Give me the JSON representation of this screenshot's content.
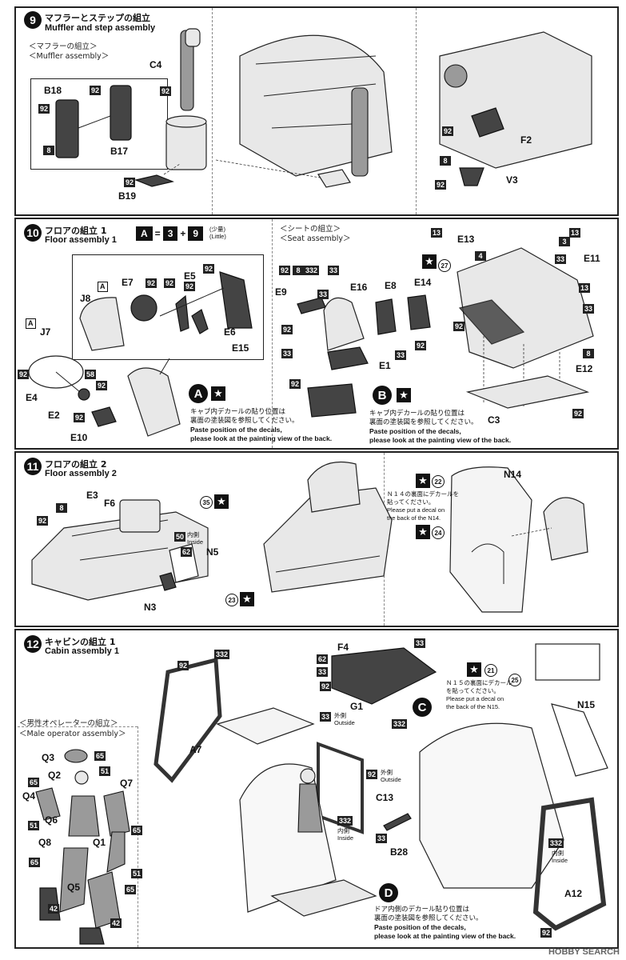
{
  "steps": [
    {
      "num": "9",
      "title_jp": "マフラーとステップの組立",
      "title_en": "Muffler and step assembly",
      "sub_jp": "＜マフラーの組立＞",
      "sub_en": "＜Muffler assembly＞"
    },
    {
      "num": "10",
      "title_jp": "フロアの組立 1",
      "title_en": "Floor assembly 1",
      "formula": [
        "A",
        "=",
        "3",
        "+",
        "9"
      ],
      "formula_note": "(少量)\n(Little)",
      "seat_sub_jp": "＜シートの組立＞",
      "seat_sub_en": "＜Seat assembly＞"
    },
    {
      "num": "11",
      "title_jp": "フロアの組立 2",
      "title_en": "Floor assembly 2"
    },
    {
      "num": "12",
      "title_jp": "キャビンの組立 1",
      "title_en": "Cabin assembly 1",
      "op_sub_jp": "＜男性オペレーターの組立＞",
      "op_sub_en": "＜Male operator assembly＞"
    }
  ],
  "parts": {
    "s9": [
      "C4",
      "B18",
      "B17",
      "B19",
      "F2",
      "V3"
    ],
    "s10": [
      "J8",
      "E7",
      "E5",
      "E6",
      "E15",
      "J7",
      "E4",
      "E2",
      "E10",
      "E9",
      "E16",
      "E8",
      "E14",
      "E1",
      "E13",
      "E11",
      "E12",
      "C3"
    ],
    "s11": [
      "E3",
      "F6",
      "N5",
      "N3",
      "N14"
    ],
    "s12": [
      "F4",
      "G1",
      "A7",
      "C13",
      "B28",
      "N15",
      "A12",
      "Q3",
      "Q2",
      "Q7",
      "Q4",
      "Q6",
      "Q8",
      "Q1",
      "Q5"
    ]
  },
  "paints": [
    "92",
    "8",
    "58",
    "33",
    "332",
    "3",
    "13",
    "4",
    "62",
    "50",
    "65",
    "51",
    "42"
  ],
  "decals": [
    "27",
    "35",
    "22",
    "24",
    "23",
    "21",
    "25"
  ],
  "labels": {
    "inside_jp": "内側",
    "inside_en": "Inside",
    "outside_jp": "外側",
    "outside_en": "Outside",
    "little": "Little"
  },
  "notes": {
    "cab_decal_jp_1": "キャブ内デカールの貼り位置は",
    "cab_decal_jp_2": "裏面の塗装図を参照してください。",
    "cab_decal_en_1": "Paste position of the decals,",
    "cab_decal_en_2": "please look at the painting view of the back.",
    "n14_jp_1": "Ｎ１４の裏面にデカールを",
    "n14_jp_2": "貼ってください。",
    "n14_en_1": "Please put a decal on",
    "n14_en_2": "the back of the N14.",
    "n15_jp_1": "Ｎ１５の裏面にデカール",
    "n15_jp_2": "を貼ってください。",
    "n15_en_1": "Please put a decal on",
    "n15_en_2": "the back of the N15.",
    "door_jp_1": "ドア内側のデカール貼り位置は",
    "door_jp_2": "裏面の塗装図を参照してください。",
    "door_en_1": "Paste position of the decals,",
    "door_en_2": "please look at the painting view of the back."
  },
  "callouts": [
    "A",
    "B",
    "C",
    "D"
  ],
  "watermark": "HOBBY SEARCH"
}
